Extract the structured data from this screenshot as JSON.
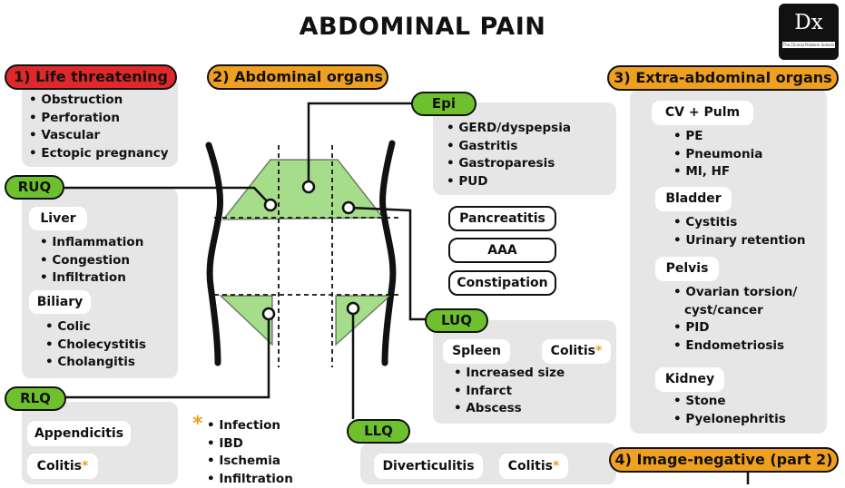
{
  "title": "ABDOMINAL PAIN",
  "logo": {
    "text": "Dx",
    "subtitle": "The Clinical Problem Solvers"
  },
  "colors": {
    "red": "#e0282a",
    "orange": "#f0a020",
    "green": "#6fc02f",
    "panel": "#e6e6e6",
    "region_fill": "#a6dd8a"
  },
  "sections": {
    "life": {
      "label": "1) Life threatening",
      "items": [
        "Obstruction",
        "Perforation",
        "Vascular",
        "Ectopic pregnancy"
      ]
    },
    "organs": {
      "label": "2) Abdominal organs"
    },
    "extra": {
      "label": "3) Extra-abdominal organs",
      "groups": [
        {
          "name": "CV + Pulm",
          "items": [
            "PE",
            "Pneumonia",
            "MI, HF"
          ]
        },
        {
          "name": "Bladder",
          "items": [
            "Cystitis",
            "Urinary retention"
          ]
        },
        {
          "name": "Pelvis",
          "items": [
            "Ovarian torsion/",
            "cyst/cancer",
            "PID",
            "Endometriosis"
          ]
        },
        {
          "name": "Kidney",
          "items": [
            "Stone",
            "Pyelonephritis"
          ]
        }
      ]
    },
    "image_negative": {
      "label": "4) Image-negative (part 2)"
    }
  },
  "regions": {
    "ruq": {
      "label": "RUQ",
      "liver": {
        "name": "Liver",
        "items": [
          "Inflammation",
          "Congestion",
          "Infiltration"
        ]
      },
      "biliary": {
        "name": "Biliary",
        "items": [
          "Colic",
          "Cholecystitis",
          "Cholangitis"
        ]
      }
    },
    "epi": {
      "label": "Epi",
      "items": [
        "GERD/dyspepsia",
        "Gastritis",
        "Gastroparesis",
        "PUD"
      ]
    },
    "central": [
      "Pancreatitis",
      "AAA",
      "Constipation"
    ],
    "luq": {
      "label": "LUQ",
      "spleen": {
        "name": "Spleen",
        "items": [
          "Increased size",
          "Infarct",
          "Abscess"
        ]
      },
      "colitis": "Colitis"
    },
    "rlq": {
      "label": "RLQ",
      "appendicitis": "Appendicitis",
      "colitis": "Colitis"
    },
    "llq": {
      "label": "LLQ",
      "diverticulitis": "Diverticulitis",
      "colitis": "Colitis"
    },
    "colitis_note": {
      "star": "*",
      "items": [
        "Infection",
        "IBD",
        "Ischemia",
        "Infiltration"
      ]
    }
  }
}
